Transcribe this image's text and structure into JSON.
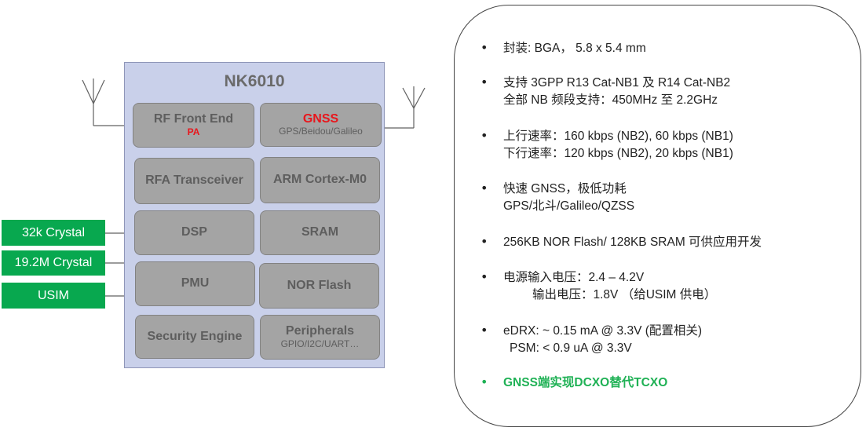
{
  "chip": {
    "title": "NK6010"
  },
  "blocks": {
    "rf": {
      "title": "RF Front End",
      "sub": "PA"
    },
    "gnss": {
      "title": "GNSS",
      "sub": "GPS/Beidou/Galileo"
    },
    "rfa": {
      "title": "RFA Transceiver"
    },
    "arm": {
      "title": "ARM Cortex-M0"
    },
    "dsp": {
      "title": "DSP"
    },
    "sram": {
      "title": "SRAM"
    },
    "pmu": {
      "title": "PMU"
    },
    "nor": {
      "title": "NOR Flash"
    },
    "sec": {
      "title": "Security Engine"
    },
    "per": {
      "title": "Peripherals",
      "sub": "GPIO/I2C/UART…"
    }
  },
  "inputs": {
    "crystal32k": "32k Crystal",
    "crystal19": "19.2M Crystal",
    "usim": "USIM"
  },
  "colors": {
    "chip_bg": "#c9d0ea",
    "block_bg": "#a4a4a4",
    "green": "#08a84f",
    "red": "#e8161c",
    "highlight": "#1fb155"
  },
  "features": {
    "bullet": "•",
    "f1": "封装: BGA，  5.8 x 5.4 mm",
    "f2a": "支持 3GPP R13 Cat-NB1 及 R14 Cat-NB2",
    "f2b": "全部 NB 频段支持：450MHz 至 2.2GHz",
    "f3a": "上行速率：160 kbps (NB2), 60 kbps (NB1)",
    "f3b": "下行速率：120 kbps (NB2), 20 kbps (NB1)",
    "f4a": "快速 GNSS，极低功耗",
    "f4b": "GPS/北斗/Galileo/QZSS",
    "f5": "256KB NOR Flash/ 128KB SRAM 可供应用开发",
    "f6a": "电源输入电压：2.4 – 4.2V",
    "f6b": "输出电压：1.8V （给USIM 供电）",
    "f7a": "eDRX: ~ 0.15 mA @ 3.3V (配置相关)",
    "f7b": "PSM: < 0.9 uA @ 3.3V",
    "f8": "GNSS端实现DCXO替代TCXO"
  }
}
